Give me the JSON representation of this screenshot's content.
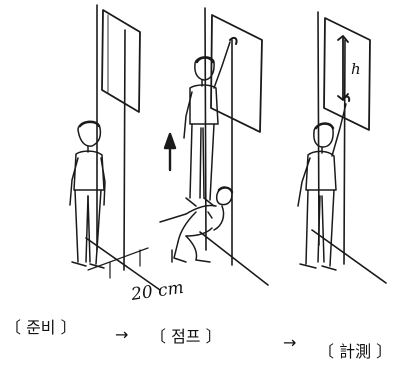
{
  "measure": {
    "distance_label": "20 cm",
    "height_symbol": "h"
  },
  "steps": [
    {
      "label": "〔 준비 〕"
    },
    {
      "label": "〔 점프 〕"
    },
    {
      "label": "〔 計測 〕"
    }
  ],
  "arrows": [
    "→",
    "→"
  ],
  "colors": {
    "ink": "#1a1a1a",
    "paper": "#ffffff"
  }
}
